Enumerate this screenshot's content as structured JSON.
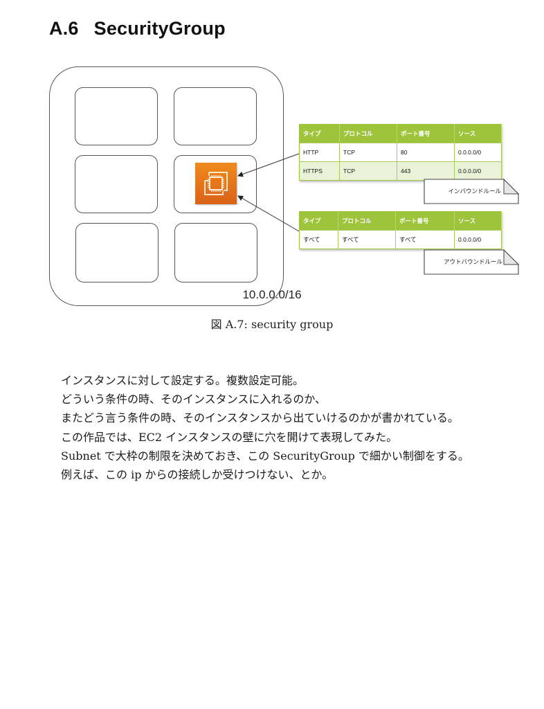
{
  "section": {
    "number": "A.6",
    "title": "SecurityGroup"
  },
  "figure": {
    "vpc_cidr": "10.0.0.0/16",
    "subnet_count": 6,
    "ec2_icon": "ec2-instance-icon",
    "inbound": {
      "headers": [
        "タイプ",
        "プロトコル",
        "ポート番号",
        "ソース"
      ],
      "rows": [
        [
          "HTTP",
          "TCP",
          "80",
          "0.0.0.0/0"
        ],
        [
          "HTTPS",
          "TCP",
          "443",
          "0.0.0.0/0"
        ]
      ],
      "label": "インバウンドルール"
    },
    "outbound": {
      "headers": [
        "タイプ",
        "プロトコル",
        "ポート番号",
        "ソース"
      ],
      "rows": [
        [
          "すべて",
          "すべて",
          "すべて",
          "0.0.0.0/0"
        ]
      ],
      "label": "アウトバウンドルール"
    },
    "colors": {
      "header_green": "#9dc43a",
      "row_alt": "#eaf2d8",
      "ec2_orange": "#e8761b"
    },
    "caption": "図 A.7: security group"
  },
  "paragraphs": [
    "インスタンスに対して設定する。複数設定可能。",
    "どういう条件の時、そのインスタンスに入れるのか、",
    "またどう言う条件の時、そのインスタンスから出ていけるのかが書かれている。",
    "この作品では、EC2 インスタンスの壁に穴を開けて表現してみた。",
    "Subnet で大枠の制限を決めておき、この SecurityGroup で細かい制御をする。",
    "例えば、この ip からの接続しか受けつけない、とか。"
  ]
}
